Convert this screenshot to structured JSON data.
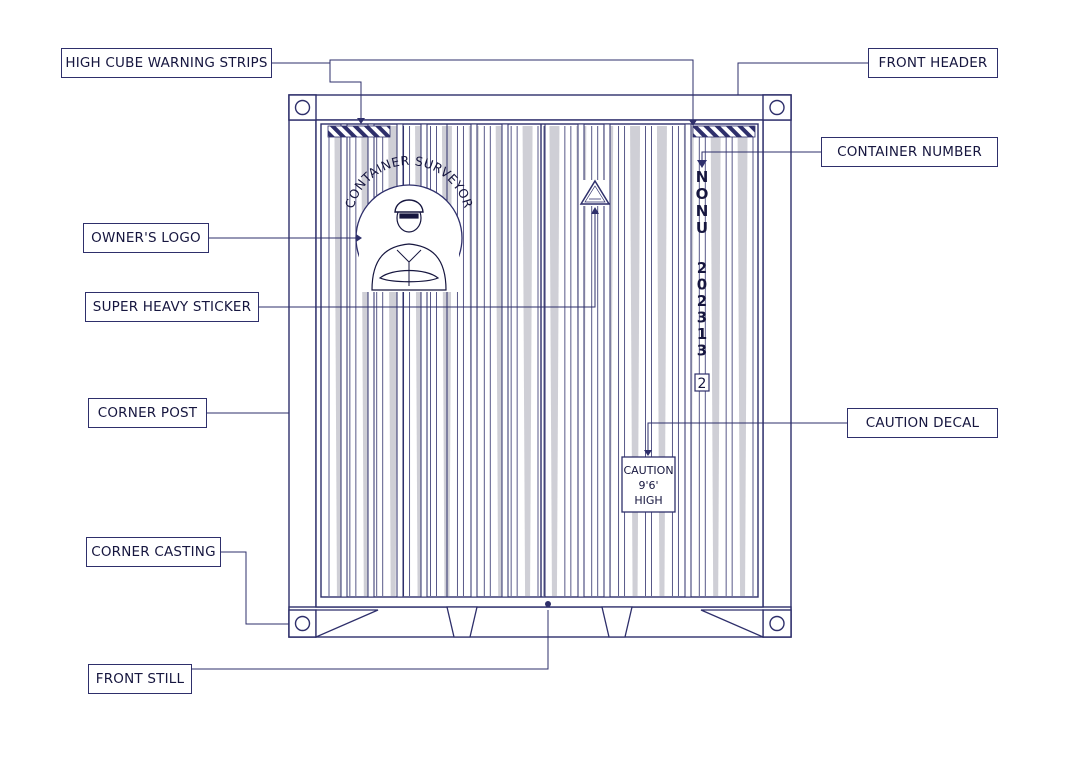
{
  "diagram": {
    "labels": {
      "high_cube_warning_strips": "HIGH CUBE WARNING STRIPS",
      "front_header": "FRONT HEADER",
      "container_number": "CONTAINER NUMBER",
      "owners_logo": "OWNER'S LOGO",
      "super_heavy_sticker": "SUPER HEAVY STICKER",
      "corner_post": "CORNER POST",
      "caution_decal": "CAUTION DECAL",
      "corner_casting": "CORNER CASTING",
      "front_still": "FRONT STILL"
    },
    "container_number": {
      "prefix": [
        "N",
        "O",
        "N",
        "U"
      ],
      "serial": [
        "2",
        "0",
        "2",
        "3",
        "1",
        "3"
      ],
      "check_digit": "2"
    },
    "caution_decal": {
      "line1": "CAUTION",
      "line2": "9'6'",
      "line3": "HIGH"
    },
    "logo": {
      "text": "CONTAINER SURVEYOR"
    },
    "colors": {
      "stroke": "#2e2f6b",
      "fill_grey": "#cfcfd6",
      "text": "#16163f"
    }
  }
}
